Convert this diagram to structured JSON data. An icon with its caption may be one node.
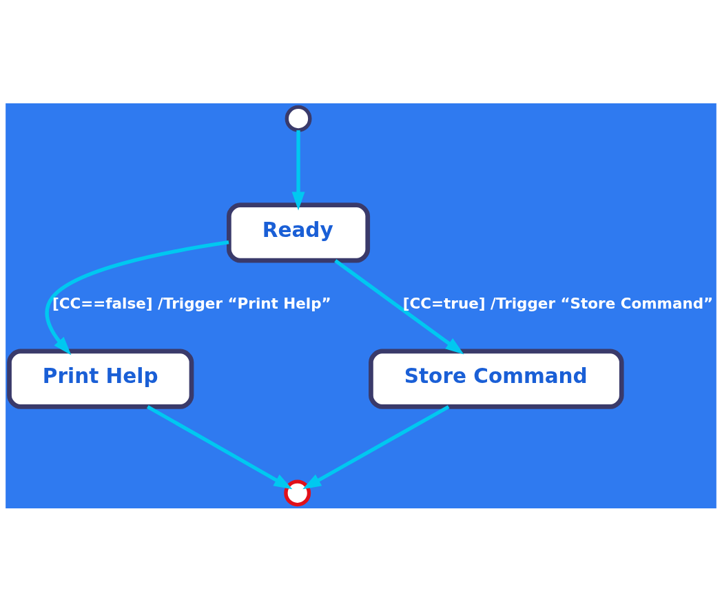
{
  "diagram": {
    "nodes": [
      {
        "text": [],
        "shape": "circle"
      },
      {
        "text": [
          "Ready"
        ]
      },
      {
        "text": [
          "Print Help"
        ]
      },
      {
        "text": [
          "Store Command"
        ]
      },
      {
        "text": [],
        "shape": "circle"
      }
    ],
    "edges": [
      {
        "from": 0,
        "to": 1,
        "arrow": "to"
      },
      {
        "from": 1,
        "to": 2,
        "arrow": "to",
        "label": "[CC==false] /Trigger “Print Help”"
      },
      {
        "from": 1,
        "to": 3,
        "arrow": "to",
        "label": "[CC=true] /Trigger “Store Command”"
      },
      {
        "from": 2,
        "to": 4,
        "arrow": "to"
      },
      {
        "from": 3,
        "to": 4,
        "arrow": "to"
      }
    ]
  }
}
